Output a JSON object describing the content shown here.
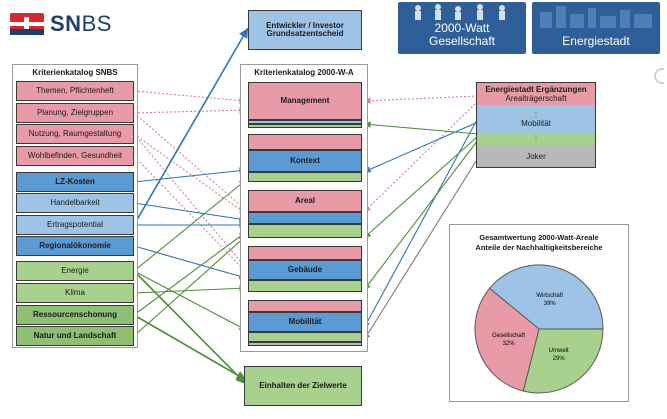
{
  "logo": {
    "text_bold": "SN",
    "text_light": "BS"
  },
  "badges": {
    "watt_line1": "2000-Watt",
    "watt_line2": "Gesellschaft",
    "city": "Energiestadt"
  },
  "snbs": {
    "title": "Kriterienkatalog SNBS",
    "society": [
      "Themen, Pflichtenheft",
      "Planung, Zielgruppen",
      "Nutzung, Raumgestaltung",
      "Wohlbefinden, Gesundheit"
    ],
    "economy": [
      "LZ-Kosten",
      "Handelbarkeit",
      "Ertragspotential",
      "Regionalökonomie"
    ],
    "environment": [
      "Energie",
      "Klima",
      "Ressourcenschonung",
      "Natur und Landschaft"
    ]
  },
  "top_box": {
    "line1": "Entwickler / Investor",
    "line2": "Grundsatzentscheid"
  },
  "bottom_box": {
    "label": "Einhalten der Zielwerte"
  },
  "watt": {
    "title": "Kriterienkatalog 2000-W-A",
    "sections": [
      "Management",
      "Kontext",
      "Areal",
      "Gebäude",
      "Mobilität"
    ]
  },
  "city": {
    "title": "Energiestadt Ergänzungen",
    "items": [
      "Arealträgerschaft",
      "Mobilität",
      "Joker"
    ],
    "dots": ":"
  },
  "pie": {
    "title1": "Gesamtwertung 2000-Watt-Areale",
    "title2": "Anteile der Nachhaltigkeitsbereiche",
    "slices": [
      {
        "label": "Wirtschaft",
        "value": 39,
        "value_text": "39%",
        "color": "#9dc3e6"
      },
      {
        "label": "Umwelt",
        "value": 29,
        "value_text": "29%",
        "color": "#a9d18e"
      },
      {
        "label": "Gesellschaft",
        "value": 32,
        "value_text": "32%",
        "color": "#e89aa7"
      }
    ]
  },
  "colors": {
    "society": "#e89aa7",
    "economy": "#5b9bd5",
    "environment": "#a9d18e",
    "joker": "#b8b8b8",
    "brand": "#1f3f73",
    "flag": "#d7282f"
  }
}
